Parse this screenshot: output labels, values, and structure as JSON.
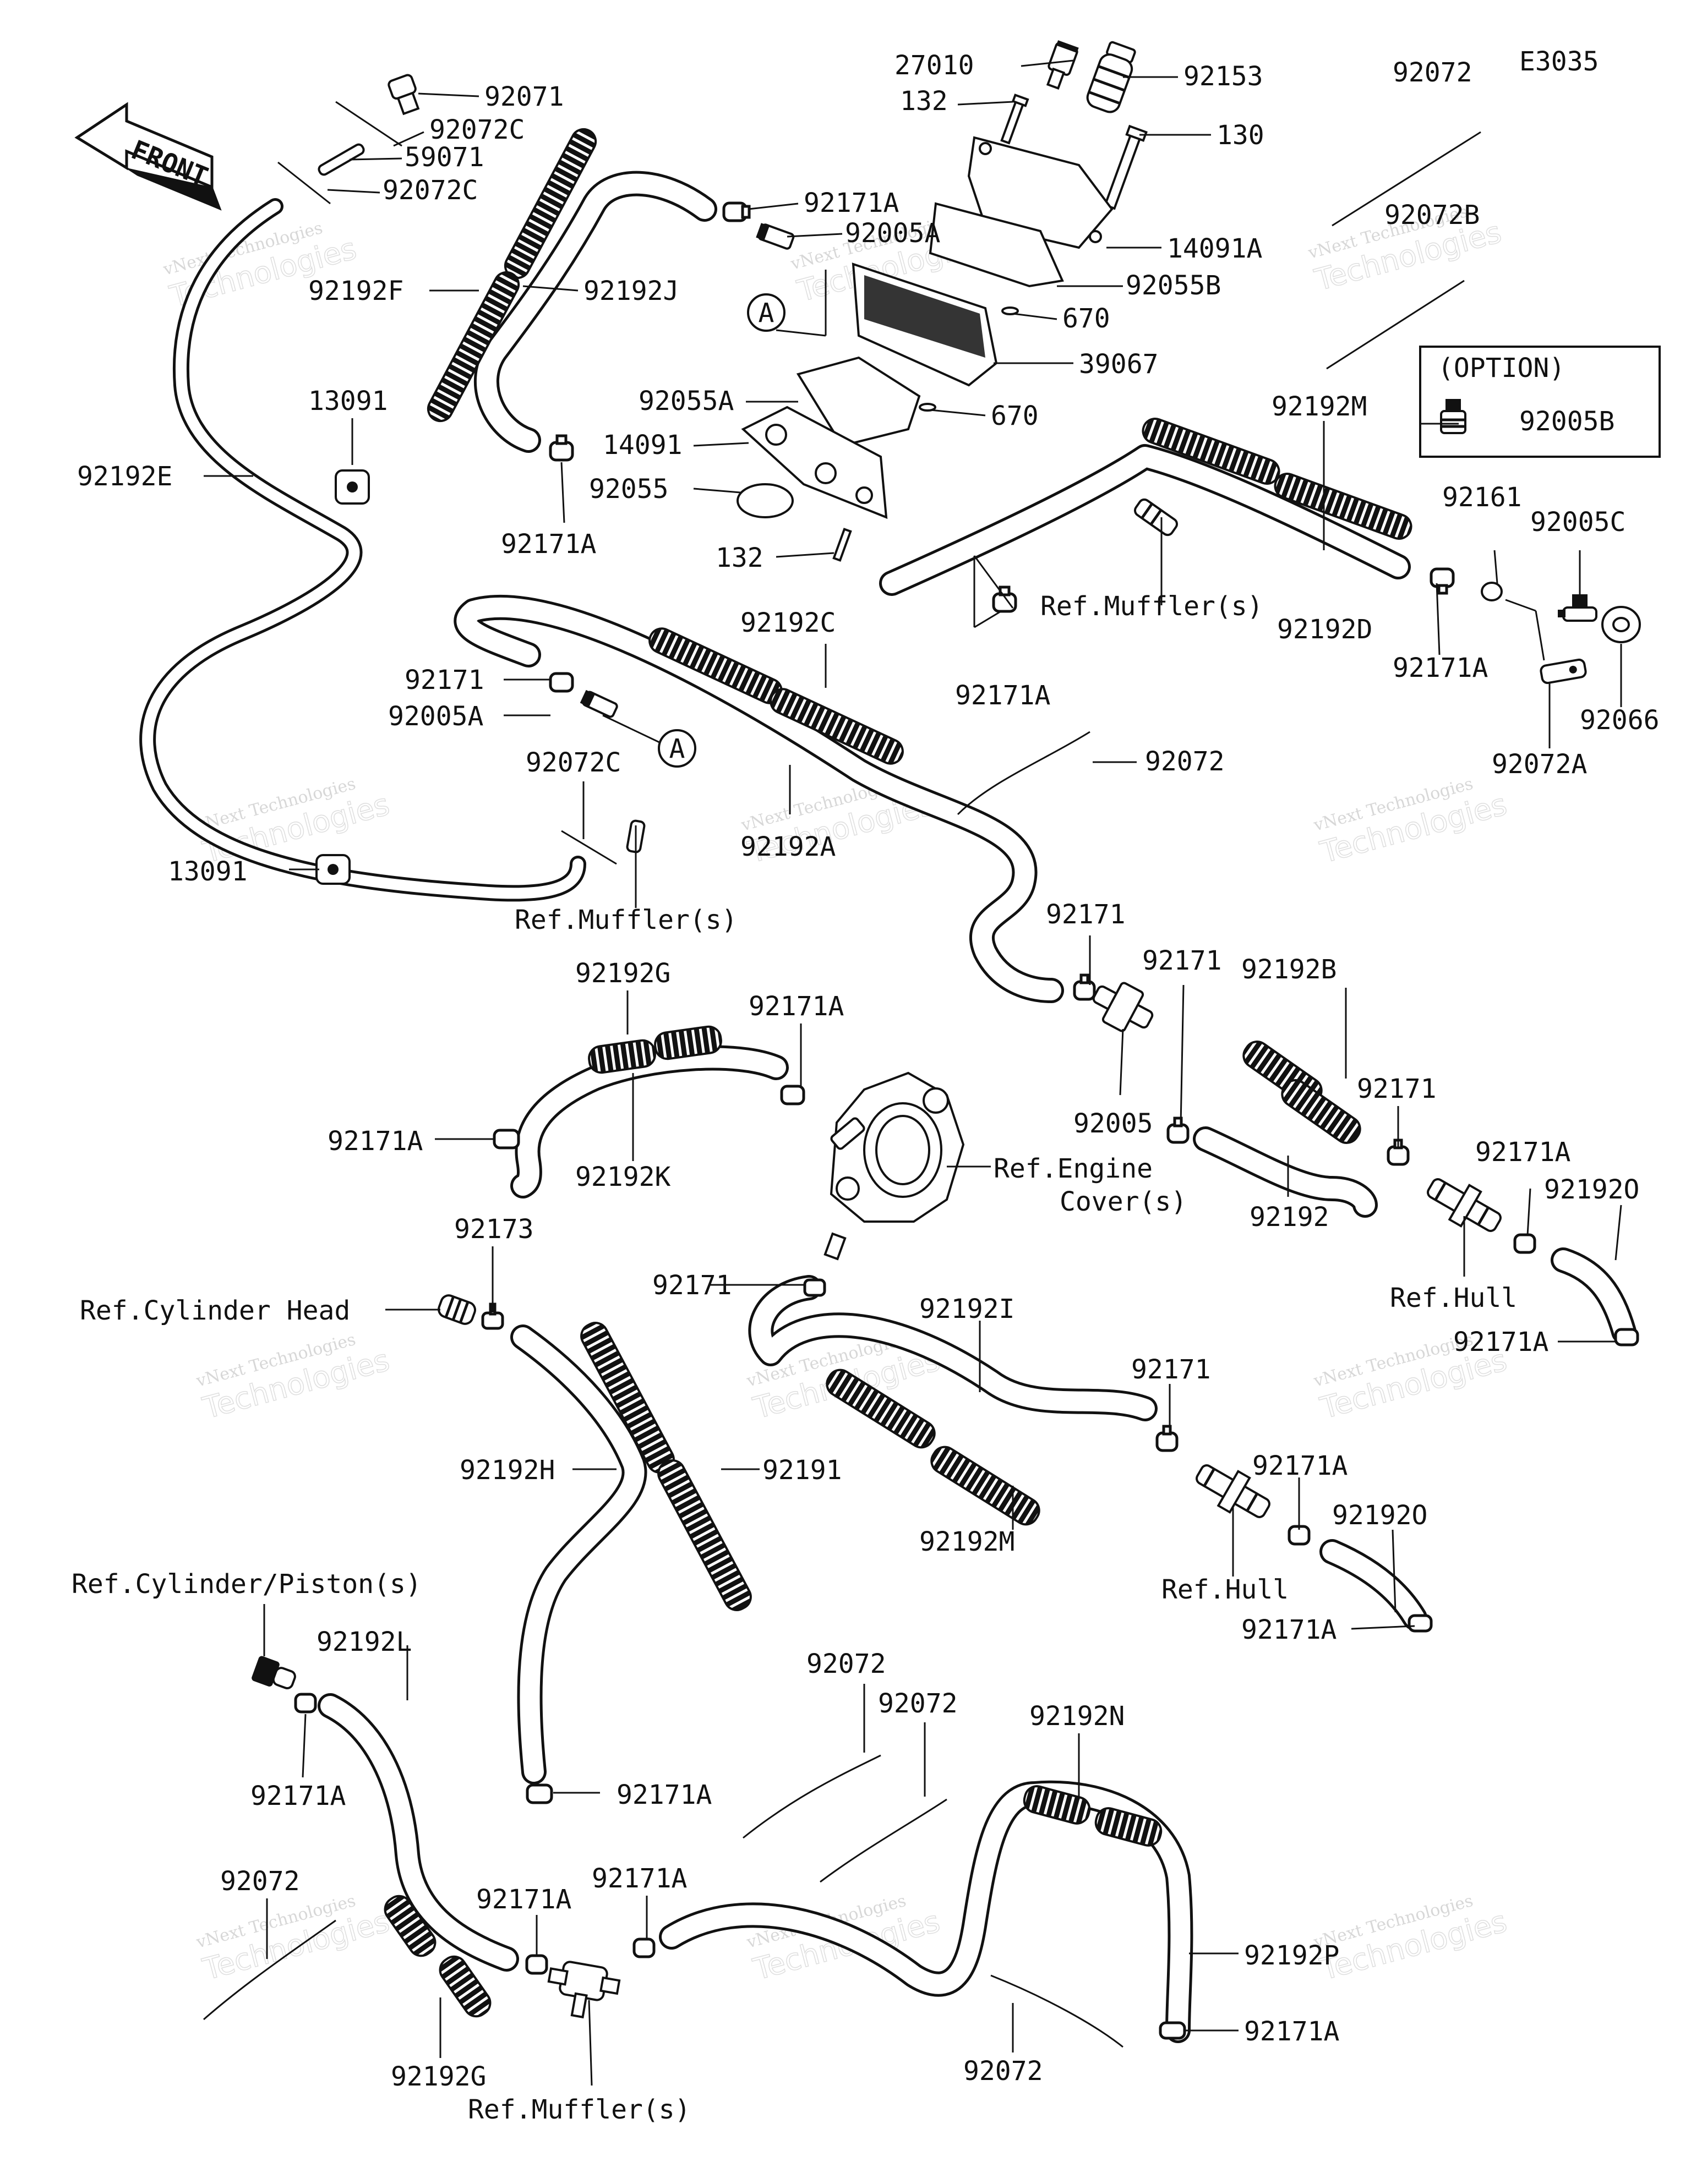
{
  "diagram_code": "E3035",
  "front_label": "FRONT",
  "option_label": "(OPTION)",
  "section_marker": "A",
  "watermark": {
    "line1": "vNext Technologies",
    "line2": "Technologies"
  },
  "labels": {
    "p92071": "92071",
    "p92072c_1": "92072C",
    "p59071": "59071",
    "p92072c_2": "92072C",
    "p27010": "27010",
    "p132_1": "132",
    "p92153": "92153",
    "p130": "130",
    "p92171a_1": "92171A",
    "p92005a_1": "92005A",
    "p14091a": "14091A",
    "p92055b": "92055B",
    "p670_1": "670",
    "p39067": "39067",
    "p670_2": "670",
    "p92055a": "92055A",
    "p14091": "14091",
    "p92055": "92055",
    "p132_2": "132",
    "p92072_tr": "92072",
    "p92072b": "92072B",
    "p92005b": "92005B",
    "p92192f": "92192F",
    "p92192j": "92192J",
    "p13091_1": "13091",
    "p92192e": "92192E",
    "p92171a_2": "92171A",
    "p92192m_1": "92192M",
    "p92161": "92161",
    "p92005c": "92005C",
    "ref_muffler_1": "Ref.Muffler(s)",
    "p92192d": "92192D",
    "p92171a_3": "92171A",
    "p92072a": "92072A",
    "p92066": "92066",
    "p92171a_4": "92171A",
    "p92192c": "92192C",
    "p92171_1": "92171",
    "p92005a_2": "92005A",
    "p92072_mid": "92072",
    "p92072c_3": "92072C",
    "p92192a": "92192A",
    "p13091_2": "13091",
    "ref_muffler_2": "Ref.Muffler(s)",
    "p92192g_1": "92192G",
    "p92171a_5": "92171A",
    "p92171_2": "92171",
    "p92171_3": "92171",
    "p92192b": "92192B",
    "p92171a_6": "92171A",
    "p92192k": "92192K",
    "ref_engine_1": "Ref.Engine",
    "ref_engine_2": "Cover(s)",
    "p92005": "92005",
    "p92171_4": "92171",
    "p92192": "92192",
    "p92171a_7": "92171A",
    "p92192o_1": "92192O",
    "ref_hull_1": "Ref.Hull",
    "p92171a_8": "92171A",
    "p92173": "92173",
    "ref_cyl_head": "Ref.Cylinder Head",
    "p92171_5": "92171",
    "p92192i": "92192I",
    "p92171_6": "92171",
    "p92171a_9": "92171A",
    "p92192h": "92192H",
    "p92191": "92191",
    "p92192m_2": "92192M",
    "p92192o_2": "92192O",
    "ref_hull_2": "Ref.Hull",
    "p92171a_10": "92171A",
    "ref_cyl_piston": "Ref.Cylinder/Piston(s)",
    "p92192l": "92192L",
    "p92171a_11": "92171A",
    "p92171a_12": "92171A",
    "p92072_b1": "92072",
    "p92072_b2": "92072",
    "p92192n": "92192N",
    "p92072_b3": "92072",
    "p92171a_13": "92171A",
    "p92171a_14": "92171A",
    "p92192p": "92192P",
    "p92171a_15": "92171A",
    "p92192g_2": "92192G",
    "ref_muffler_3": "Ref.Muffler(s)",
    "p92072_b4": "92072"
  }
}
